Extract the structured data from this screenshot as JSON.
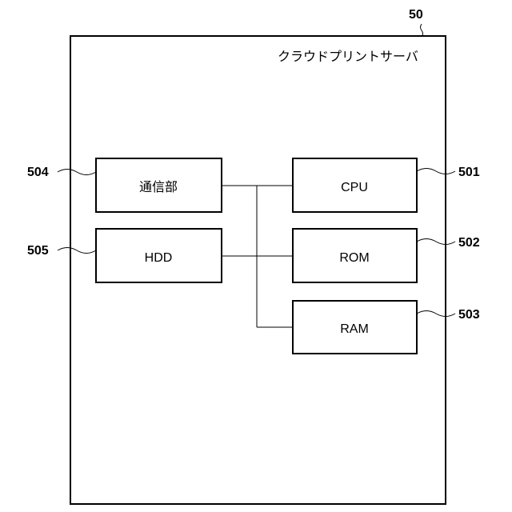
{
  "figure": {
    "server_ref": "50",
    "server_title": "クラウドプリントサーバ",
    "blocks": {
      "comm": {
        "label": "通信部",
        "ref": "504"
      },
      "hdd": {
        "label": "HDD",
        "ref": "505"
      },
      "cpu": {
        "label": "CPU",
        "ref": "501"
      },
      "rom": {
        "label": "ROM",
        "ref": "502"
      },
      "ram": {
        "label": "RAM",
        "ref": "503"
      }
    }
  }
}
